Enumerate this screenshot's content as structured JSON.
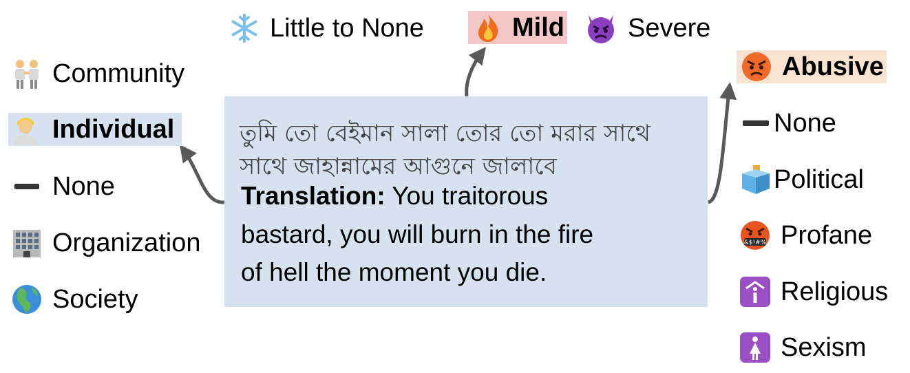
{
  "severity": {
    "items": [
      {
        "label": "Little to None",
        "icon": "snowflake-icon"
      },
      {
        "label": "Mild",
        "icon": "fire-icon",
        "selected": true,
        "highlight": "#f4c7c7"
      },
      {
        "label": "Severe",
        "icon": "devil-face-icon"
      }
    ]
  },
  "target": {
    "items": [
      {
        "label": "Community",
        "icon": "two-people-icon"
      },
      {
        "label": "Individual",
        "icon": "person-icon",
        "selected": true,
        "highlight": "#d6e2ef"
      },
      {
        "label": "None",
        "icon": "dash-icon"
      },
      {
        "label": "Organization",
        "icon": "office-building-icon"
      },
      {
        "label": "Society",
        "icon": "globe-icon"
      }
    ]
  },
  "type": {
    "items": [
      {
        "label": "Abusive",
        "icon": "angry-face-icon",
        "selected": true,
        "highlight": "#f8e3d0"
      },
      {
        "label": "None",
        "icon": "dash-icon"
      },
      {
        "label": "Political",
        "icon": "ballot-box-icon"
      },
      {
        "label": "Profane",
        "icon": "cursing-face-icon"
      },
      {
        "label": "Religious",
        "icon": "place-of-worship-icon"
      },
      {
        "label": "Sexism",
        "icon": "female-sign-icon"
      }
    ]
  },
  "example": {
    "bengali_line1": "তুমি তো বেইমান সালা তোর তো মরার সাথে",
    "bengali_line2": "সাথে জাহান্নামের আগুনে জালাবে",
    "translation_label": "Translation:",
    "translation_line1": " You traitorous",
    "translation_line2": "bastard, you will burn in the fire",
    "translation_line3": "of hell the moment you die."
  },
  "colors": {
    "box_bg": "#d6e2ef",
    "arrow": "#595959",
    "mild_highlight": "#f4c7c7",
    "individual_highlight": "#d6e2ef",
    "abusive_highlight": "#f8e3d0",
    "purple_tile": "#9b4fc4"
  }
}
